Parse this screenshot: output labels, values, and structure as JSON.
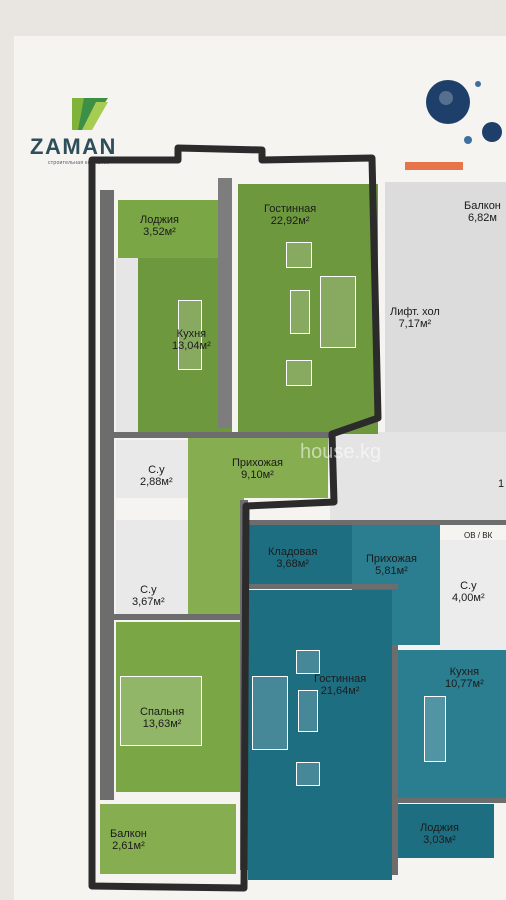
{
  "brand": {
    "name": "ZAMAN",
    "tagline": "строительная компания"
  },
  "apartment_highlighted": {
    "color": "#6f9c3d",
    "rooms": [
      {
        "name": "Лоджия",
        "area": "3,52м²"
      },
      {
        "name": "Гостинная",
        "area": "22,92м²"
      },
      {
        "name": "Кухня",
        "area": "13,04м²"
      },
      {
        "name": "С.у",
        "area": "2,88м²"
      },
      {
        "name": "Прихожая",
        "area": "9,10м²"
      },
      {
        "name": "С.у",
        "area": "3,67м²"
      },
      {
        "name": "Спальня",
        "area": "13,63м²"
      },
      {
        "name": "Балкон",
        "area": "2,61м²"
      }
    ]
  },
  "apartment_neighbor": {
    "color": "#1e6e82",
    "rooms": [
      {
        "name": "Кладовая",
        "area": "3,68м²"
      },
      {
        "name": "Прихожая",
        "area": "5,81м²"
      },
      {
        "name": "Гостинная",
        "area": "21,64м²"
      },
      {
        "name": "Кухня",
        "area": "10,77м²"
      },
      {
        "name": "Лоджия",
        "area": "3,03м²"
      },
      {
        "name": "С.у",
        "area": "4,00м²"
      }
    ]
  },
  "common_areas": [
    {
      "name": "Балкон",
      "area": "6,82м"
    },
    {
      "name": "Лифт. хол",
      "area": "7,17м²"
    }
  ],
  "misc": {
    "watermark": "house.kg",
    "shaft_label": "ОВ / ВК",
    "partial_digit": "1"
  },
  "colors": {
    "outline": "#2b2b2b",
    "wall": "#6d6d6d",
    "common": "#dcdcdc",
    "toilet": "#e8e8e8",
    "window_accent": "#e8744a"
  }
}
